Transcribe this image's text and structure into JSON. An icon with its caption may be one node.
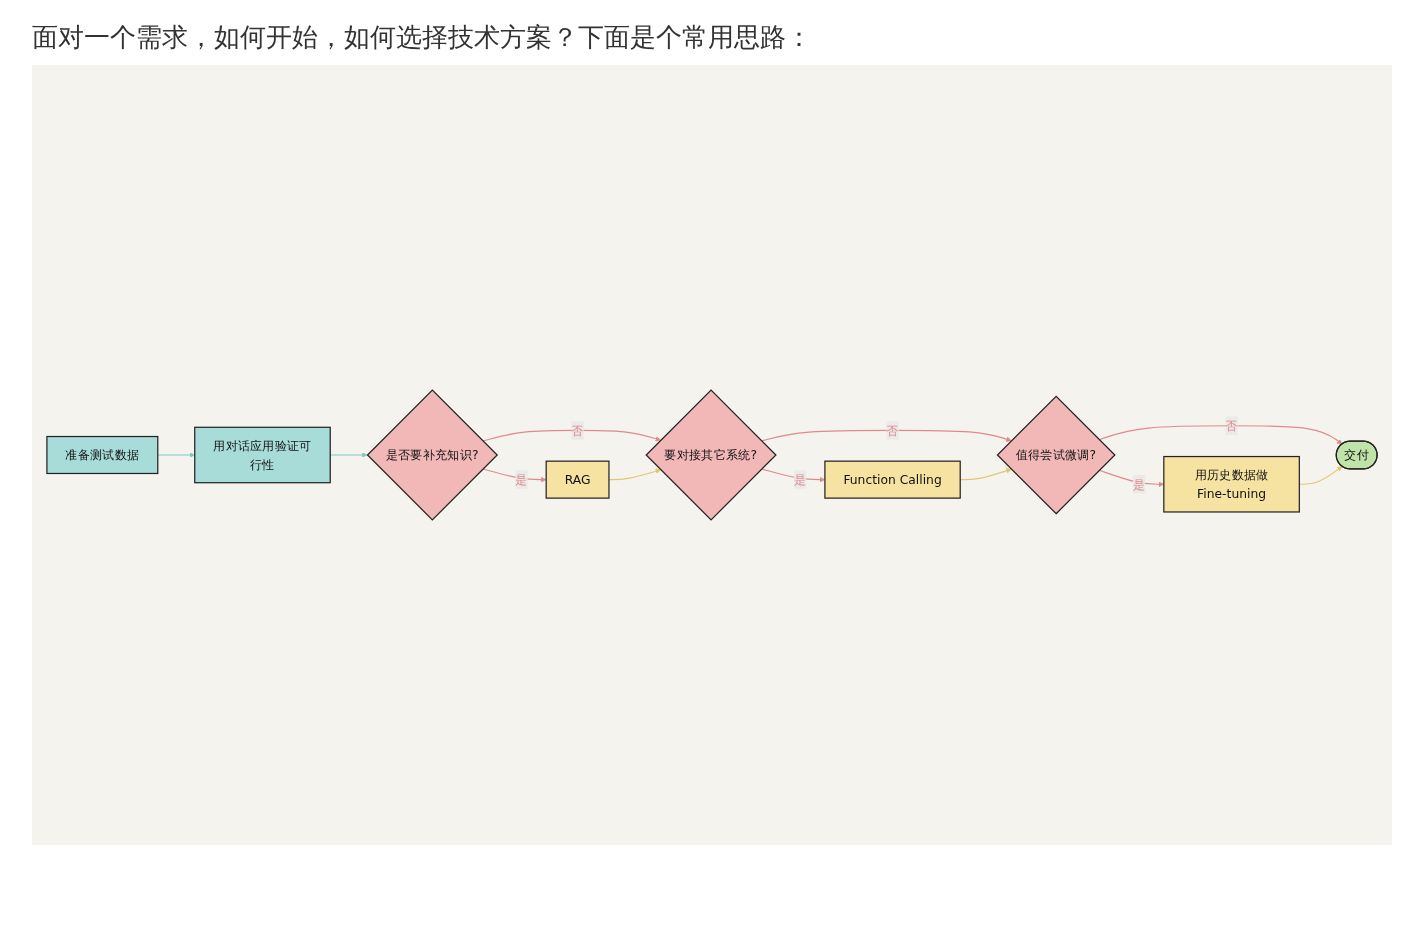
{
  "diagram": {
    "title": "面对一个需求，如何开始，如何选择技术方案？下面是个常用思路：",
    "nodes": [
      {
        "text": [
          "准备测试数据"
        ]
      },
      {
        "text": [
          "用对话应用验证可行性"
        ]
      },
      {
        "text": [
          "是否要补充知识?"
        ]
      },
      {
        "text": [
          "RAG"
        ]
      },
      {
        "text": [
          "要对接其它系统?"
        ]
      },
      {
        "text": [
          "Function Calling"
        ]
      },
      {
        "text": [
          "值得尝试微调?"
        ]
      },
      {
        "text": [
          "用历史数据做Fine-tuning"
        ]
      },
      {
        "text": [
          "交付"
        ]
      }
    ],
    "edges": [
      {
        "from": 0,
        "to": 1,
        "arrow": "to",
        "color": "#7ec8c8"
      },
      {
        "from": 1,
        "to": 2,
        "arrow": "to",
        "color": "#7ec8c8"
      },
      {
        "from": 2,
        "to": 3,
        "arrow": "to",
        "label": "是"
      },
      {
        "from": 2,
        "to": 4,
        "arrow": "to",
        "label": "否"
      },
      {
        "from": 3,
        "to": 4,
        "arrow": "to",
        "color": "#e0c870"
      },
      {
        "from": 4,
        "to": 5,
        "arrow": "to",
        "label": "是"
      },
      {
        "from": 4,
        "to": 6,
        "arrow": "to",
        "label": "否"
      },
      {
        "from": 5,
        "to": 6,
        "arrow": "to",
        "color": "#e0c870"
      },
      {
        "from": 6,
        "to": 7,
        "arrow": "to",
        "label": "是"
      },
      {
        "from": 6,
        "to": 8,
        "arrow": "to",
        "label": "否"
      },
      {
        "from": 7,
        "to": 8,
        "arrow": "to",
        "color": "#e0c870"
      }
    ]
  }
}
